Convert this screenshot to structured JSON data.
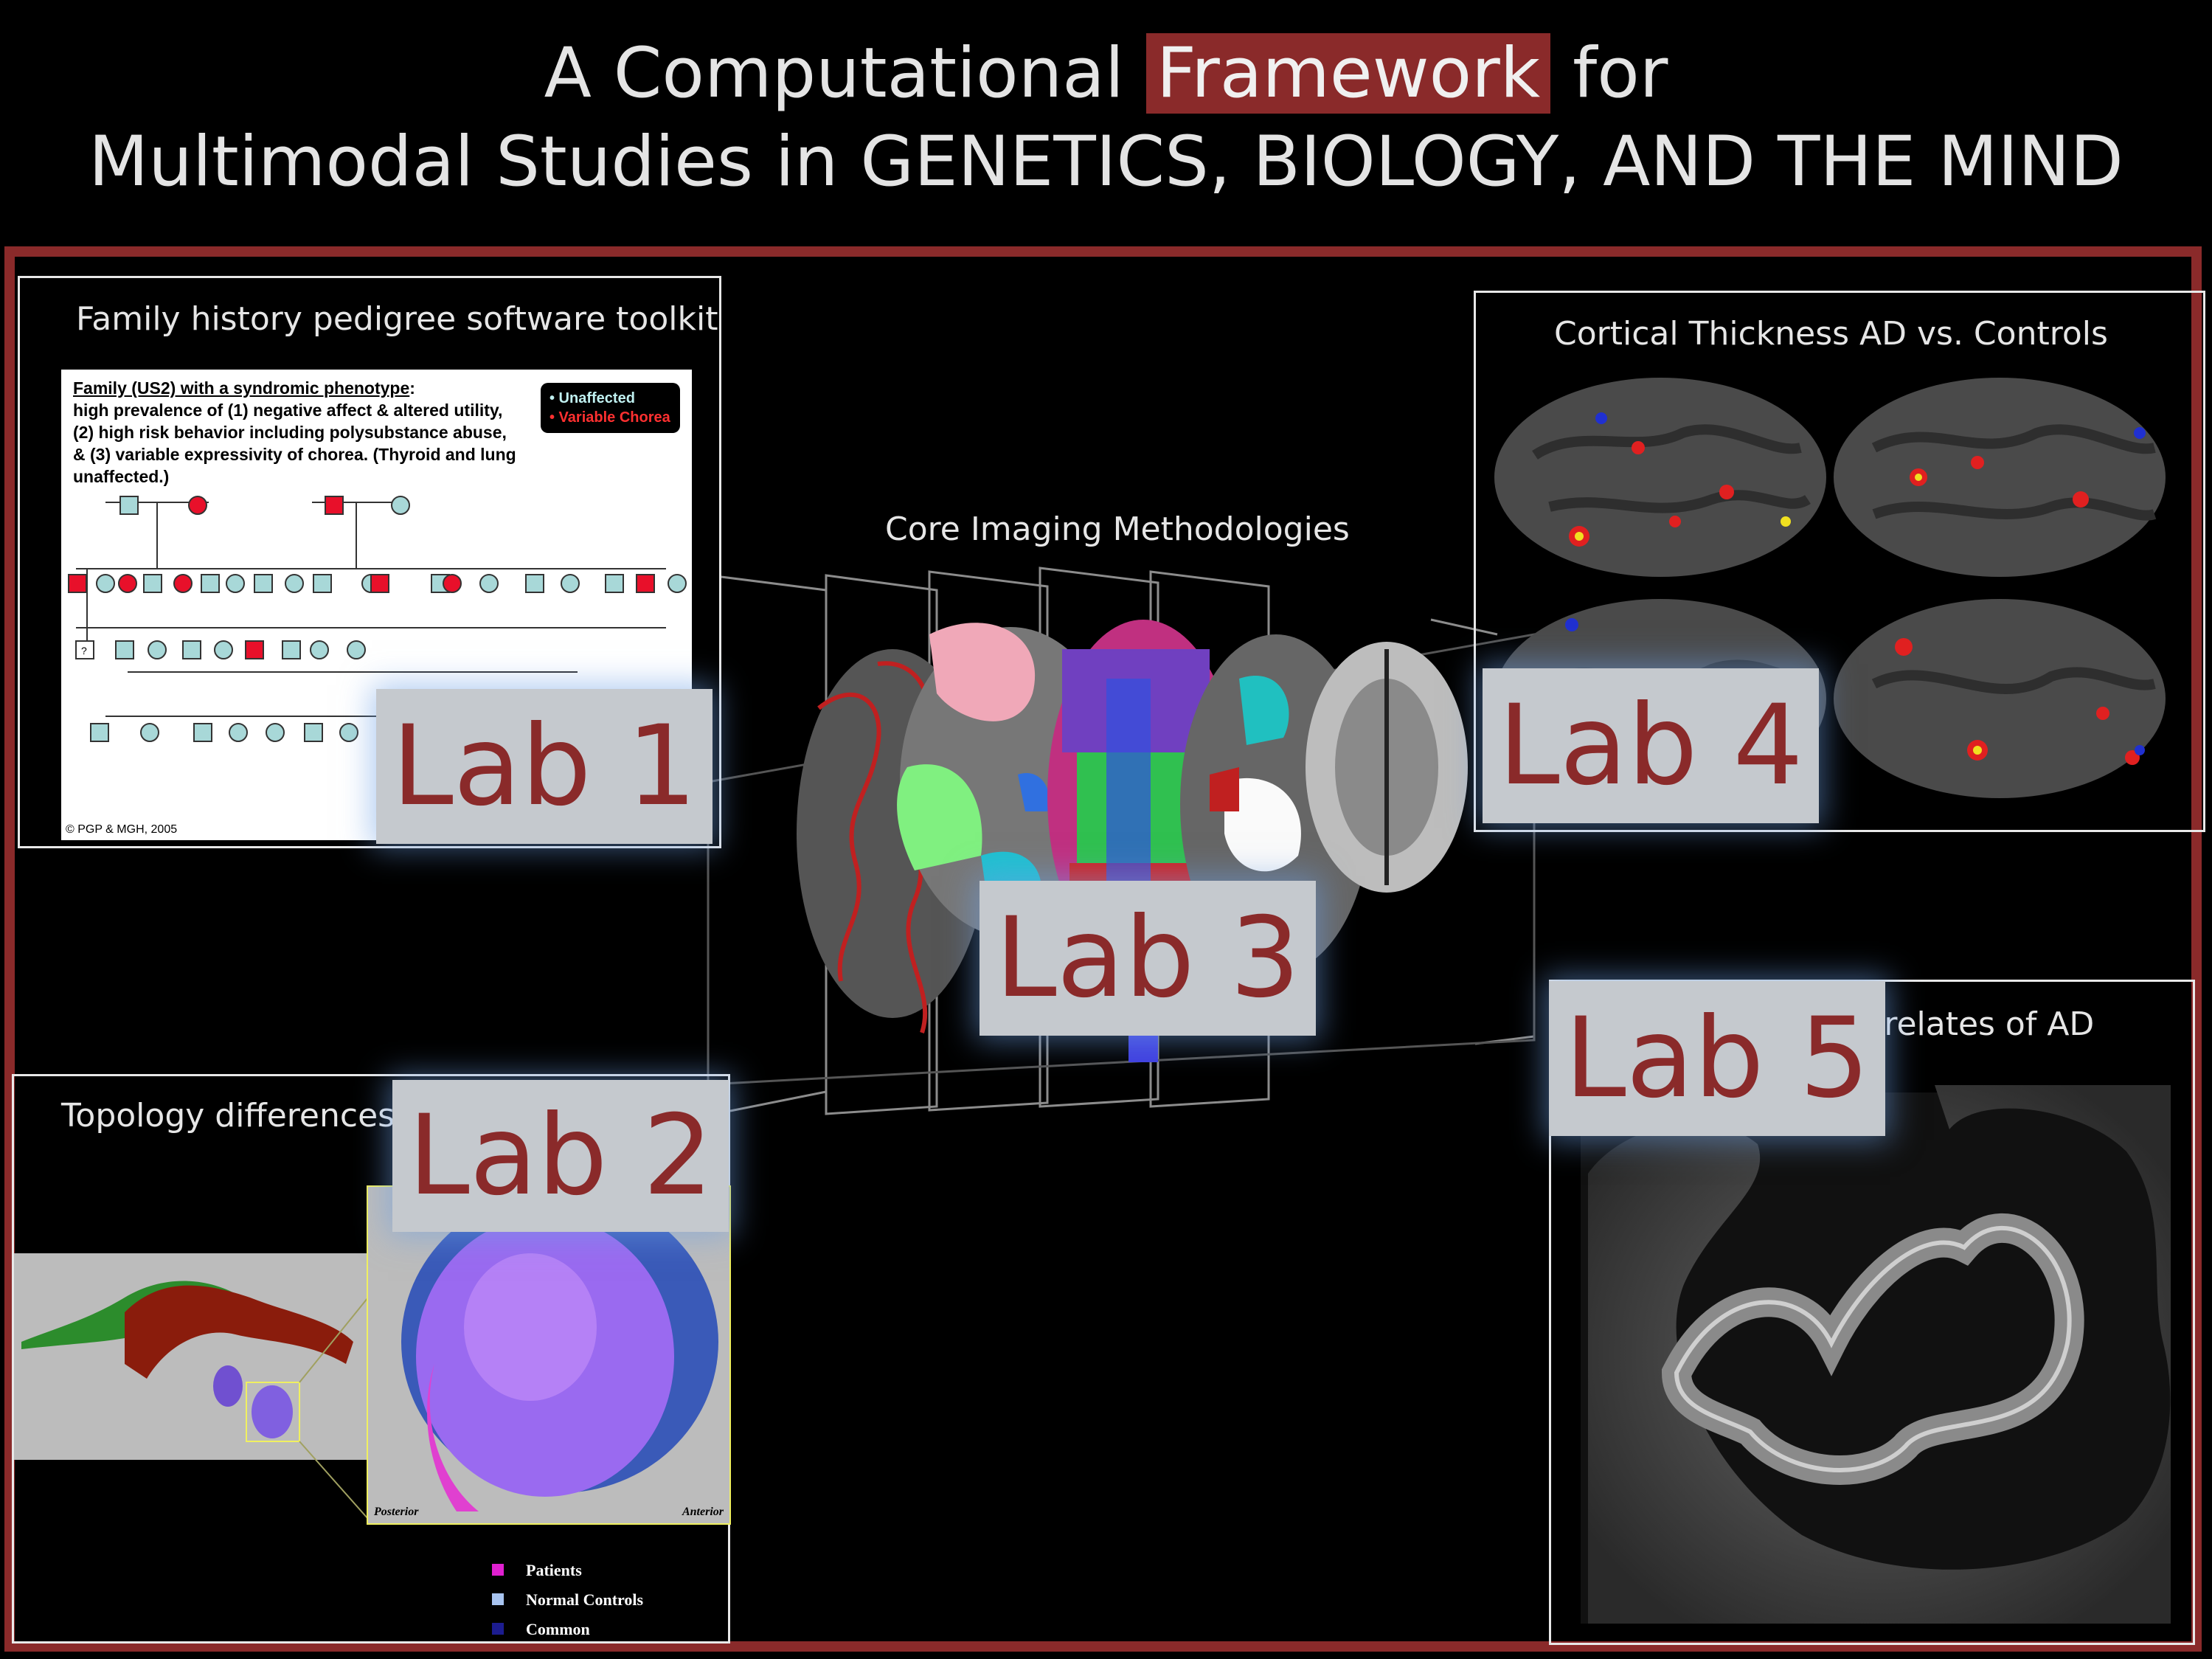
{
  "header": {
    "line1_pre": "A Computational ",
    "line1_highlight": "Framework",
    "line1_post": " for",
    "line2": "Multimodal Studies in GENETICS, BIOLOGY, AND THE MIND"
  },
  "colors": {
    "accent": "#8a2a2a",
    "lab_box": "#c5c9ce",
    "text": "#e4e4e4"
  },
  "core": {
    "label": "Core Imaging Methodologies"
  },
  "panels": {
    "pedigree": {
      "title": "Family history pedigree software toolkit",
      "family_heading": "Family (US2) with a syndromic phenotype",
      "colon": ":",
      "desc1": "high prevalence of (1) negative affect & altered utility,",
      "desc2": "(2) high risk behavior including polysubstance abuse,",
      "desc3": "& (3) variable expressivity of chorea. (Thyroid and lung unaffected.)",
      "legend_unaffected": "• Unaffected",
      "legend_chorea": "• Variable Chorea",
      "copyright": "© PGP & MGH, 2005",
      "question_mark": "?"
    },
    "topology": {
      "title": "Topology differences i",
      "posterior": "Posterior",
      "anterior": "Anterior",
      "legend": [
        {
          "label": "Patients",
          "color": "#e020d0"
        },
        {
          "label": "Normal Controls",
          "color": "#a8c4f0"
        },
        {
          "label": "Common",
          "color": "#1c1c90"
        }
      ]
    },
    "cortical": {
      "title": "Cortical Thickness AD vs. Controls"
    },
    "correlates": {
      "title": "rrelates of AD"
    }
  },
  "labs": {
    "lab1": "Lab 1",
    "lab2": "Lab 2",
    "lab3": "Lab 3",
    "lab4": "Lab 4",
    "lab5": "Lab 5"
  }
}
